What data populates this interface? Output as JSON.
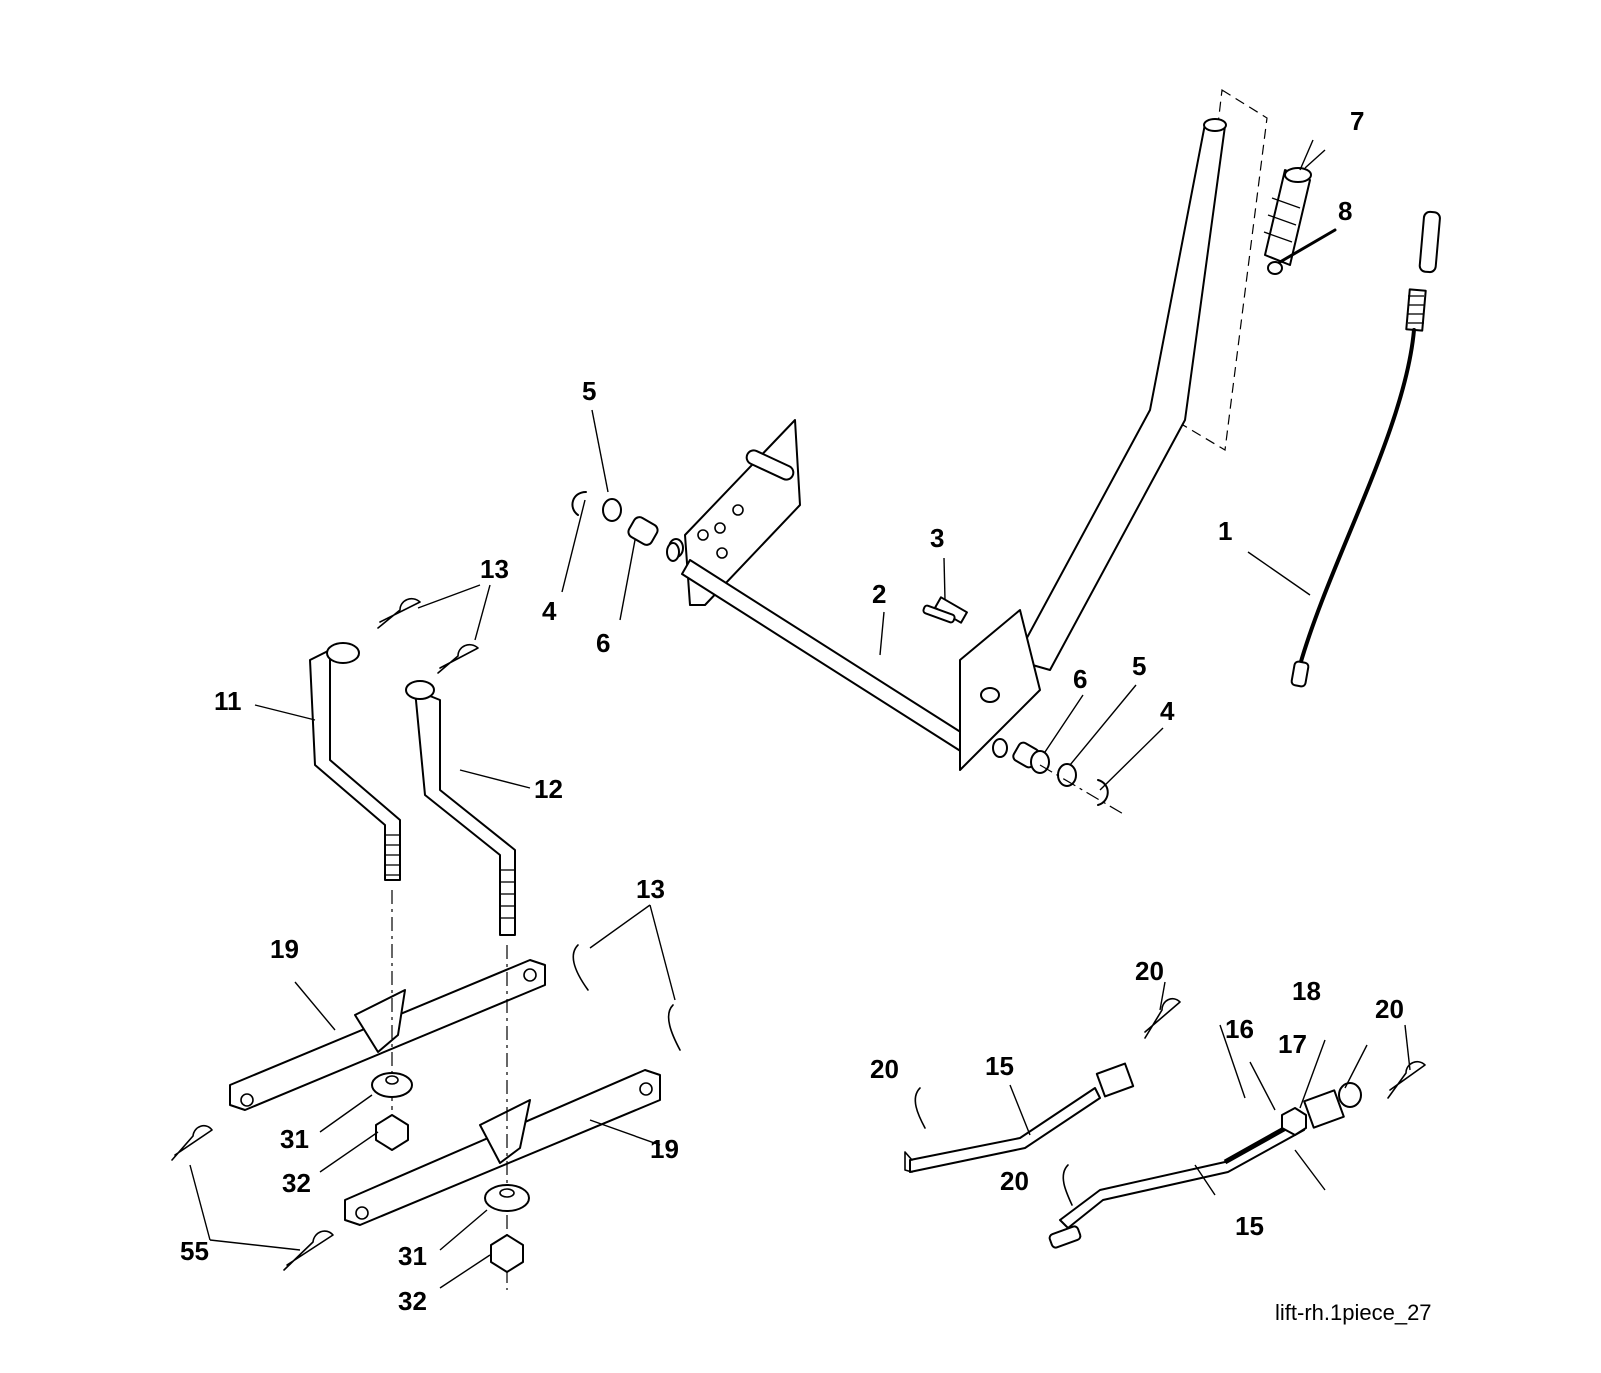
{
  "diagram": {
    "caption": "lift-rh.1piece_27",
    "callouts": {
      "c1": "1",
      "c2": "2",
      "c3": "3",
      "c4a": "4",
      "c4b": "4",
      "c5a": "5",
      "c5b": "5",
      "c6a": "6",
      "c6b": "6",
      "c7": "7",
      "c8": "8",
      "c11": "11",
      "c12": "12",
      "c13a": "13",
      "c13b": "13",
      "c15a": "15",
      "c15b": "15",
      "c16": "16",
      "c17": "17",
      "c18": "18",
      "c19a": "19",
      "c19b": "19",
      "c20a": "20",
      "c20b": "20",
      "c20c": "20",
      "c20d": "20",
      "c31a": "31",
      "c31b": "31",
      "c32a": "32",
      "c32b": "32",
      "c55": "55"
    }
  }
}
